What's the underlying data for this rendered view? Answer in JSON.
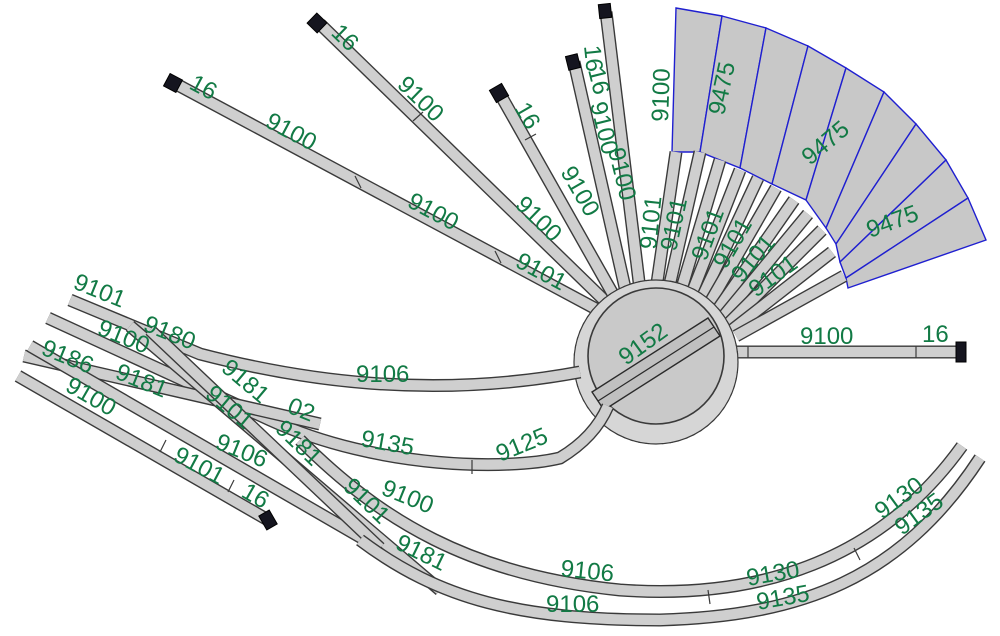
{
  "diagram": {
    "title": "Model railway track plan with turntable and engine shed",
    "colors": {
      "label": "#127a45",
      "track_fill": "#cfcfcf",
      "track_outline": "#3a3a3a",
      "shed_outline": "#1f1fd0",
      "buffer": "#15151f"
    },
    "labels": {
      "turntable": "9152",
      "shed_1": "9475",
      "shed_2": "9475",
      "shed_3": "9475",
      "shed_partial": "9100",
      "radial_long_1_buffer": "16",
      "radial_long_1_a": "9100",
      "radial_long_1_b": "9100",
      "radial_long_1_c": "9101",
      "radial_long_2_buffer": "16",
      "radial_long_2_a": "9100",
      "radial_long_2_b": "9100",
      "radial_mid_buffer": "16",
      "radial_mid_a": "9100",
      "radial_short_buffer": "16",
      "radial_short_a": "9100",
      "radial_short_b": "9100",
      "radial_top_buffer": "16",
      "radial_stub_1": "9101",
      "radial_stub_2": "9101",
      "radial_stub_3": "9101",
      "radial_stub_4": "9101",
      "radial_stub_5": "9101",
      "radial_stub_6": "9101",
      "east_track": "9100",
      "east_buffer": "16",
      "curve_upper": "9106",
      "curve_middle": "9135",
      "curve_lower": "9125",
      "left_a": "9101",
      "left_b": "9180",
      "left_c": "9100",
      "left_d": "9186",
      "left_e": "9181",
      "left_f": "02",
      "left_g": "9181",
      "left_h": "9100",
      "left_i": "9106",
      "left_j": "9101",
      "left_k": "16",
      "left_l": "9101",
      "left_m": "9100",
      "left_n": "9181",
      "left_o": "9101",
      "left_p": "9181",
      "bottom_a": "9106",
      "bottom_b": "9106",
      "bottom_c": "9130",
      "bottom_d": "9135",
      "bottom_e": "9130",
      "bottom_f": "9135"
    }
  }
}
